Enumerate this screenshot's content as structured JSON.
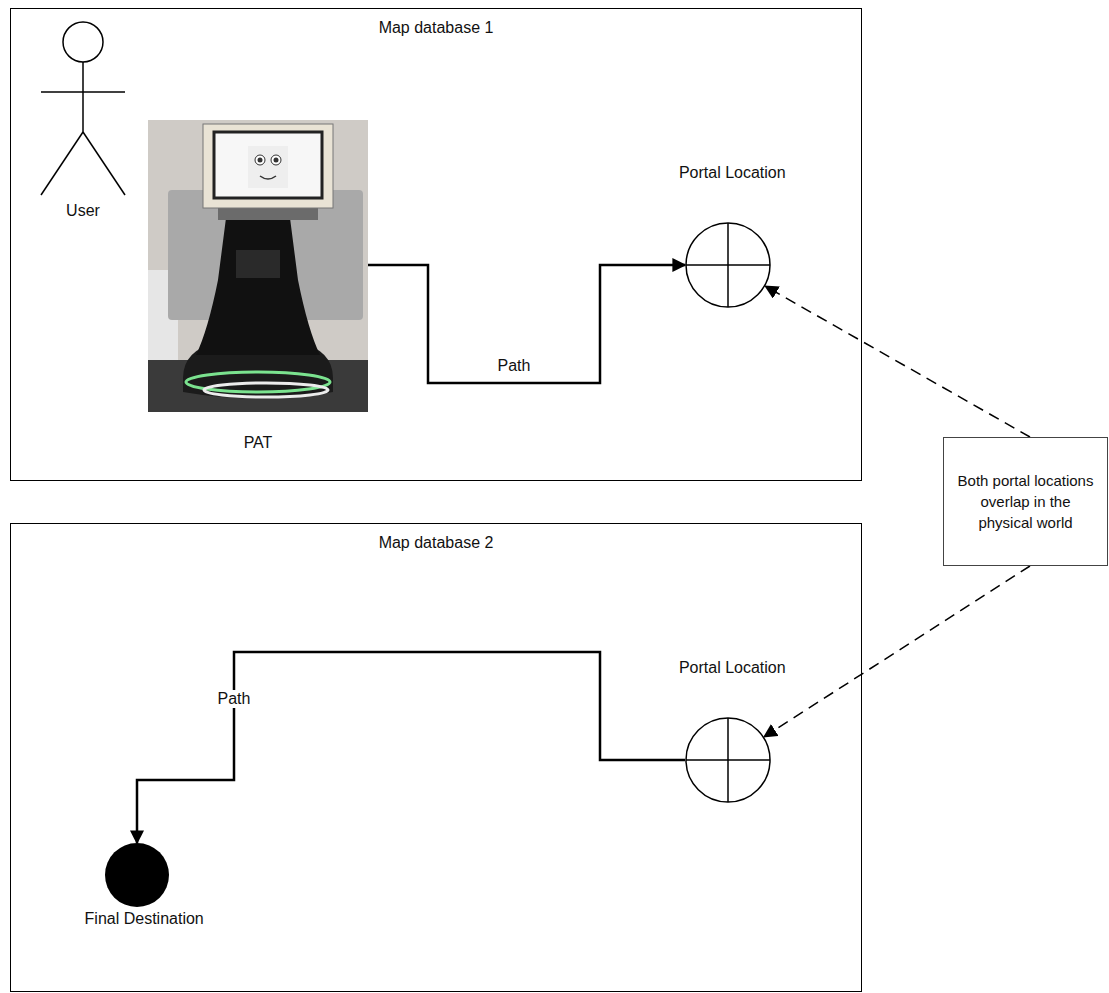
{
  "diagram": {
    "nodes": [
      {
        "text": [
          "Map database 1"
        ]
      },
      {
        "text": [
          "User"
        ],
        "in": 0
      },
      {
        "text": [
          "PAT"
        ],
        "in": 0
      },
      {
        "text": [
          "Portal Location"
        ],
        "in": 0
      },
      {
        "text": [
          "Map database 2"
        ]
      },
      {
        "text": [
          "Portal Location"
        ],
        "in": 4
      },
      {
        "text": [
          "Final Destination"
        ],
        "in": 4
      },
      {
        "text": [
          "Both portal locations overlap in the physical world"
        ]
      }
    ],
    "edges": [
      {
        "from": 2,
        "to": 3,
        "arrow": "to",
        "label": "Path"
      },
      {
        "from": 5,
        "to": 6,
        "arrow": "to",
        "label": "Path"
      },
      {
        "from": 7,
        "to": 3,
        "arrow": "to"
      },
      {
        "from": 7,
        "to": 5,
        "arrow": "to"
      }
    ]
  }
}
